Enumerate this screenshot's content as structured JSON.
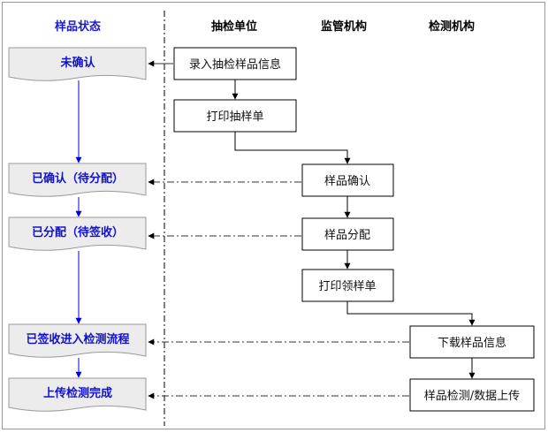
{
  "headers": {
    "state": "样品状态",
    "sampling": "抽检单位",
    "supervision": "监管机构",
    "testing": "检测机构"
  },
  "states": [
    "未确认",
    "已确认（待分配）",
    "已分配（待签收）",
    "已签收进入检测流程",
    "上传检测完成"
  ],
  "steps": [
    "录入抽检样品信息",
    "打印抽样单",
    "样品确认",
    "样品分配",
    "打印领样单",
    "下载样品信息",
    "样品检测/数据上传"
  ],
  "colors": {
    "state_header": "#1a1ad6",
    "state_text": "#1010d0",
    "state_fill": "#ececec",
    "state_arrow": "#0000e0",
    "outer_border": "#9a9a9a",
    "line": "#000000",
    "dash_line": "#333333"
  }
}
